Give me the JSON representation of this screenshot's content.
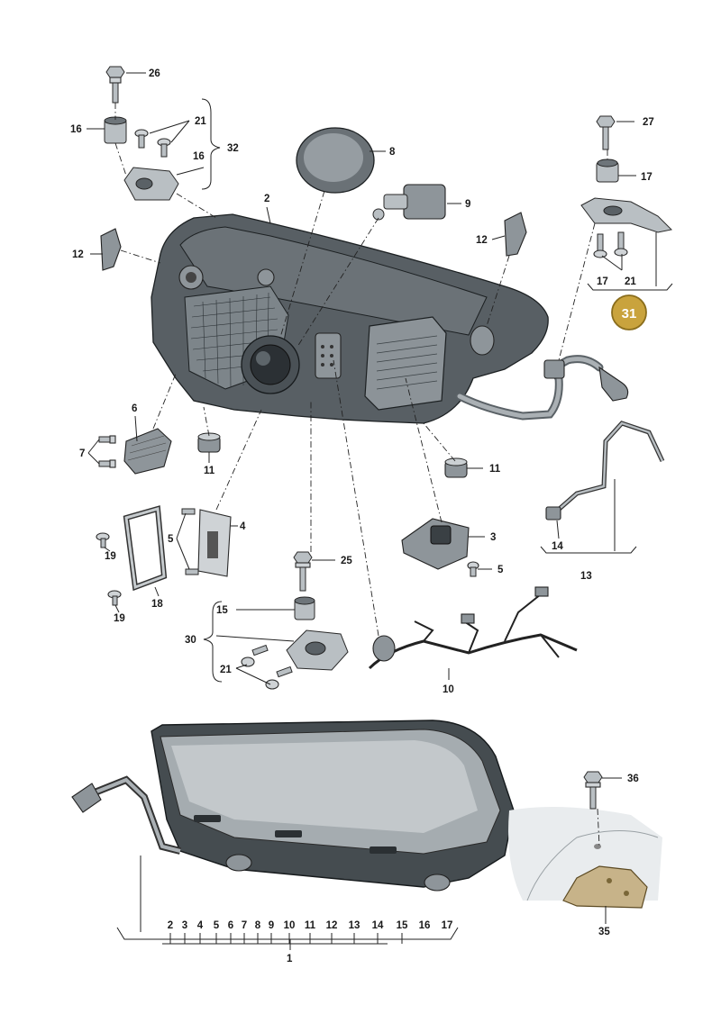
{
  "diagram": {
    "callouts": {
      "c26": "26",
      "c16a": "16",
      "c21a": "21",
      "c32": "32",
      "c16b": "16",
      "c8": "8",
      "c2": "2",
      "c9": "9",
      "c27": "27",
      "c17a": "17",
      "c12a": "12",
      "c12b": "12",
      "c17b": "17",
      "c21b": "21",
      "c6": "6",
      "c7": "7",
      "c11a": "11",
      "c11b": "11",
      "c14": "14",
      "c13": "13",
      "c4": "4",
      "c5a": "5",
      "c19a": "19",
      "c18": "18",
      "c19b": "19",
      "c3": "3",
      "c5b": "5",
      "c25": "25",
      "c15": "15",
      "c30": "30",
      "c21c": "21",
      "c10": "10",
      "c36": "36",
      "c35": "35"
    },
    "highlight_callout": {
      "label": "31",
      "fill": "#c9a33d",
      "stroke": "#8a6d1c"
    },
    "bottom_bracket": {
      "numbers": [
        "2",
        "3",
        "4",
        "5",
        "6",
        "7",
        "8",
        "9",
        "10",
        "11",
        "12",
        "13",
        "14",
        "15",
        "16",
        "17"
      ],
      "total_label": "1"
    }
  }
}
